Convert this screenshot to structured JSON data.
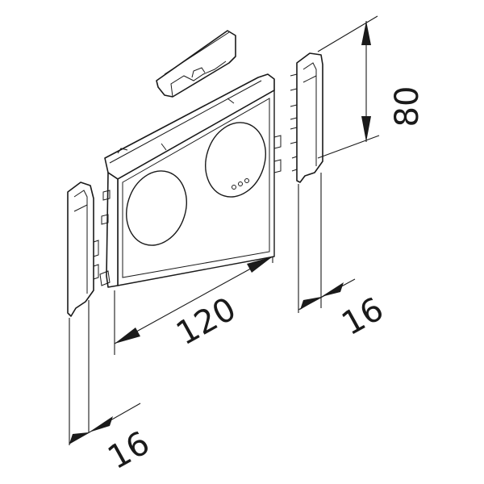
{
  "drawing": {
    "dimensions": {
      "height": "80",
      "width": "120",
      "end_cap_right": "16",
      "end_cap_left": "16"
    }
  }
}
